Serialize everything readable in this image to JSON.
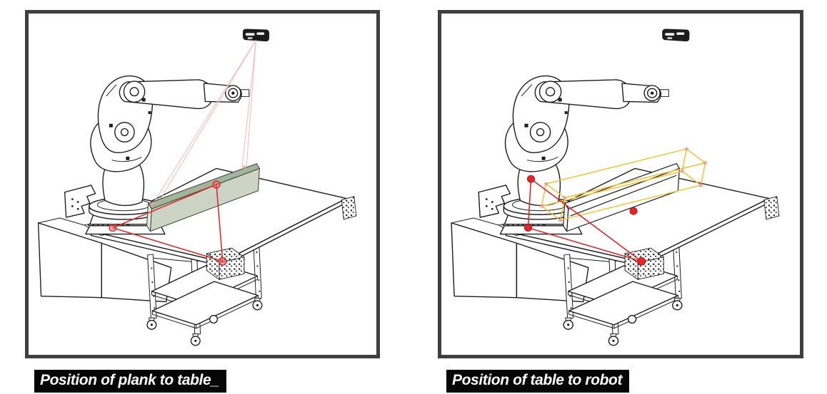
{
  "panels": [
    {
      "id": "plank-to-table",
      "caption": "Position of plank to table_"
    },
    {
      "id": "table-to-robot",
      "caption": "Position of table to robot"
    }
  ],
  "icons": {
    "camera": "stereo-depth-camera-icon",
    "robot": "robot-arm-line-drawing",
    "markers": "fiducial-marker-plates",
    "plank_left": "plank-highlighted-green",
    "plank_right": "plank-with-yellow-bounding-box"
  },
  "colors": {
    "ink": "#1c1c1c",
    "panel_border": "#3f3f3f",
    "caption_bg": "#060606",
    "caption_fg": "#ffffff",
    "accent_red": "#e02828",
    "accent_red_soft": "rgba(236,90,90,0.5)",
    "ray_pink": "#f6bcbc",
    "dot_pink": "#f2a0a0",
    "bbox_yellow": "#f2c230",
    "plank_green": "#ccd5c5",
    "plank_green_top": "#a2b49c",
    "plank_green_end": "#e3e8dc",
    "plank_stroke_green": "#3e4c3a"
  }
}
